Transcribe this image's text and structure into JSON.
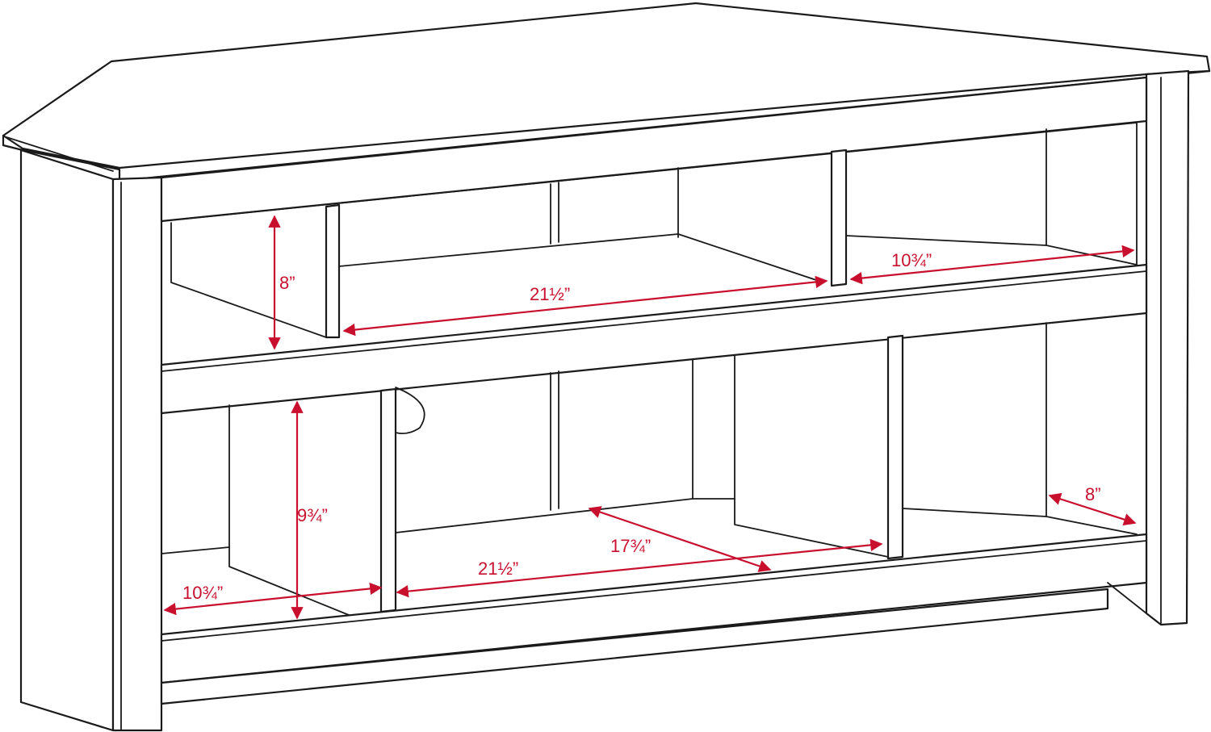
{
  "colors": {
    "outline": "#1a1a1a",
    "dimension": "#c8102e",
    "background": "#ffffff"
  },
  "dimensions": {
    "upper_left_height": "8”",
    "upper_center_width": "21½”",
    "upper_right_width": "10¾”",
    "lower_left_height": "9¾”",
    "lower_left_width": "10¾”",
    "lower_center_width": "21½”",
    "lower_center_depth": "17¾”",
    "lower_right_depth": "8”"
  }
}
